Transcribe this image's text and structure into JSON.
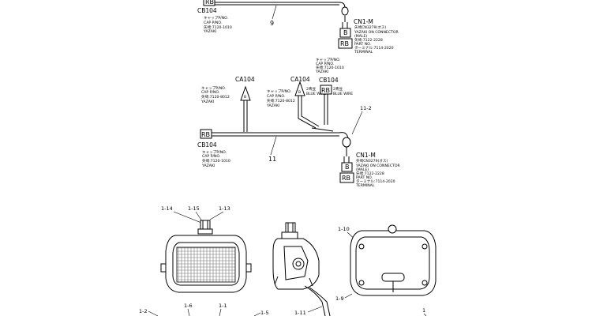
{
  "harness_top": {
    "cb_label": "CB104",
    "cb_connector": "RB",
    "wire_number": "9",
    "cap_jp": "キャップP/NO.",
    "cap_en": "CAP P/NO.",
    "cap_pn": "矢崎:7120-1010",
    "cap_maker": "YAZAKI",
    "cn_label": "CN1-M",
    "cn_conn_upper": "B",
    "cn_conn_lower": "RB",
    "cn_line1": "矢崎CN3279(オス)",
    "cn_line2": "YAZAKI ON CONNECTOR",
    "cn_line3": "(MALE)",
    "cn_line4": "矢崎:7122-2228",
    "cn_line5": "PART NO.",
    "cn_line6": "ターミナル:7114-2020",
    "cn_line7": "TERMINAL"
  },
  "harness_mid": {
    "ca_left": "CA104",
    "ca_right": "CA104",
    "cb_right": "CB104",
    "cb_left": "CB104",
    "cb_connector": "RB",
    "wire_number": "11",
    "bracket_number": "11-2",
    "cap_left_jp": "キャップP/NO.",
    "cap_left_en": "CAP P/NO.",
    "cap_left_pn": "矢崎:7120-8012",
    "cap_left_maker": "YAZAKI",
    "cap_mid_jp": "キャップP/NO.",
    "cap_mid_en": "CAP P/NO.",
    "cap_mid_pn": "矢崎:7120-8012",
    "cap_mid_maker": "YAZAKI",
    "cap_top_jp": "キャップP/NO.",
    "cap_top_en": "CAP P/NO.",
    "cap_top_pn": "矢崎:7120-1010",
    "cap_top_maker": "YAZAKI",
    "b_marker": "B",
    "rb_marker": "RB",
    "color_2": "2青豆",
    "color_2_en": "BLUE WIRE",
    "color_2b": "2青豆",
    "color_2b_en": "BLUE WIRE",
    "cap_bottom_jp": "キャップP/NO.",
    "cap_bottom_en": "CAP P/NO.",
    "cap_bottom_pn": "矢崎:7120-1010",
    "cap_bottom_maker": "YAZAKI",
    "cn_label": "CN1-M",
    "cn_conn_upper": "B",
    "cn_conn_lower": "RB",
    "cn_line1": "矢崎CN3279(オス)",
    "cn_line2": "YAZAKI ON CONNECTOR",
    "cn_line3": "(MALE)",
    "cn_line4": "矢崎:7122-2228",
    "cn_line5": "PART NO.",
    "cn_line6": "ターミナル:7114-2020",
    "cn_line7": "TERMINAL"
  },
  "callouts": {
    "c1_14": "1-14",
    "c1_15": "1-15",
    "c1_13": "1-13",
    "c1_10": "1-10",
    "c1_9": "1-9",
    "c1_2": "1-2",
    "c1_6": "1-6",
    "c1_1": "1-1",
    "c1_5": "1-5",
    "c1_11": "1-11",
    "c1": "1"
  }
}
